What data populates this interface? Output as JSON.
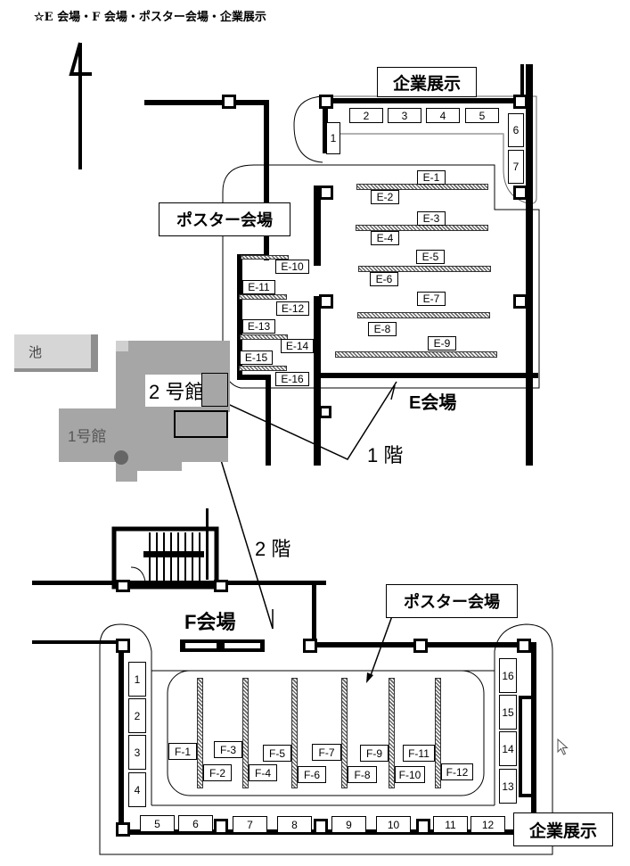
{
  "title": "☆E 会場・F 会場・ポスター会場・企業展示",
  "north_arrow": {
    "icon": "north-arrow-icon"
  },
  "labels": {
    "kigyo_top": "企業展示",
    "poster_top": "ポスター会場",
    "e_hall": "E会場",
    "floor1": "1 階",
    "floor2": "2 階",
    "f_hall": "F会場",
    "poster_bottom": "ポスター会場",
    "kigyo_bottom": "企業展示",
    "pond": "池",
    "building2": "2 号館",
    "building1": "1号館"
  },
  "top_exhibit_booths": [
    "1",
    "2",
    "3",
    "4",
    "5",
    "6",
    "7"
  ],
  "e_posters": [
    "E-1",
    "E-2",
    "E-3",
    "E-4",
    "E-5",
    "E-6",
    "E-7",
    "E-8",
    "E-9",
    "E-10",
    "E-11",
    "E-12",
    "E-13",
    "E-14",
    "E-15",
    "E-16"
  ],
  "f_posters": [
    "F-1",
    "F-2",
    "F-3",
    "F-4",
    "F-5",
    "F-6",
    "F-7",
    "F-8",
    "F-9",
    "F-10",
    "F-11",
    "F-12"
  ],
  "bottom_exhibit_booths": [
    "1",
    "2",
    "3",
    "4",
    "5",
    "6",
    "7",
    "8",
    "9",
    "10",
    "11",
    "12",
    "13",
    "14",
    "15",
    "16"
  ],
  "cursor": {
    "icon": "mouse-pointer-icon"
  }
}
